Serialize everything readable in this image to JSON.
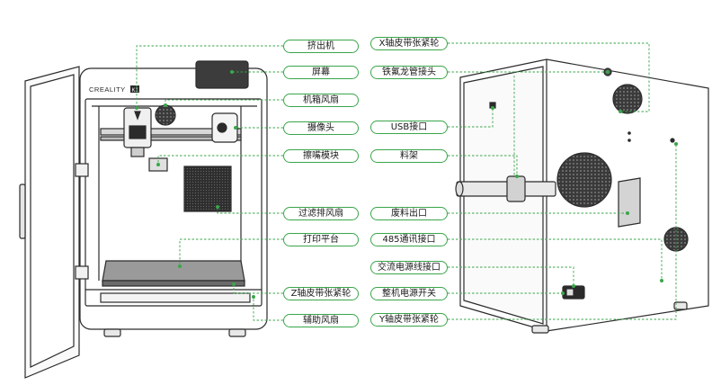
{
  "brand": "CREALITY",
  "model_badge": "K1",
  "colors": {
    "leader": "#3aa64a",
    "outline": "#2b2b2b",
    "panel": "#f2f2f2"
  },
  "labels_left": [
    "挤出机",
    "屏幕",
    "机箱风扇",
    "摄像头",
    "擦嘴模块",
    "过滤排风扇",
    "打印平台",
    "Z轴皮带张紧轮",
    "辅助风扇"
  ],
  "labels_right": [
    "X轴皮带张紧轮",
    "铁氟龙管接头",
    "USB接口",
    "料架",
    "废料出口",
    "485通讯接口",
    "交流电源线接口",
    "整机电源开关",
    "Y轴皮带张紧轮"
  ]
}
